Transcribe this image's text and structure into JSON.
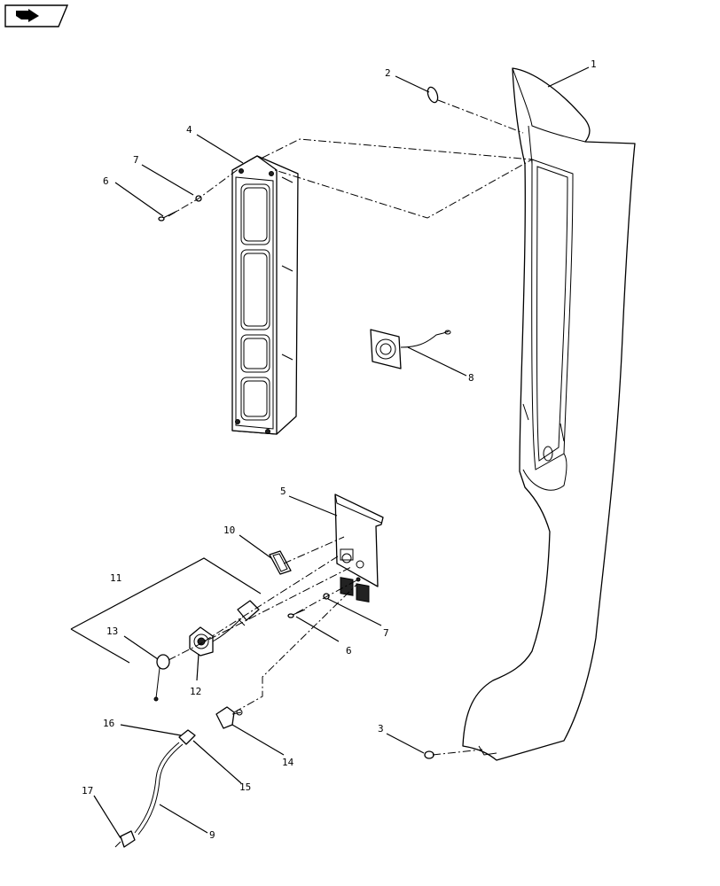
{
  "nav": {
    "icon": "page-nav-arrow-icon"
  },
  "callouts": {
    "c1": "1",
    "c2": "2",
    "c3": "3",
    "c4": "4",
    "c5": "5",
    "c6a": "6",
    "c6b": "6",
    "c7a": "7",
    "c7b": "7",
    "c8": "8",
    "c9": "9",
    "c10": "10",
    "c11": "11",
    "c12": "12",
    "c13": "13",
    "c14": "14",
    "c15": "15",
    "c16": "16",
    "c17": "17"
  }
}
